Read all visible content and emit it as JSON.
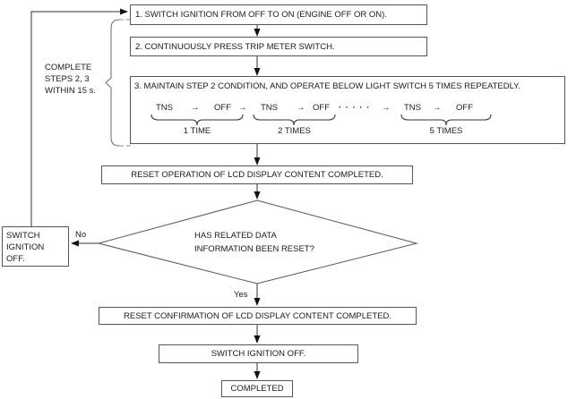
{
  "steps": {
    "step1": "1. SWITCH IGNITION FROM OFF TO ON (ENGINE OFF OR ON).",
    "step2": "2. CONTINUOUSLY PRESS TRIP METER SWITCH.",
    "step3_title": "3. MAINTAIN STEP 2 CONDITION, AND OPERATE BELOW LIGHT SWITCH 5 TIMES REPEATEDLY."
  },
  "sequence": {
    "tns1": "TNS",
    "arr1": "→",
    "off1": "OFF",
    "sep1": "→",
    "tns2": "TNS",
    "arr2": "→",
    "off2": "OFF",
    "dots": "· · · · ·",
    "sep2": "→",
    "tns3": "TNS",
    "arr3": "→",
    "off3": "OFF",
    "label1": "1 TIME",
    "label2": "2 TIMES",
    "label3": "5 TIMES"
  },
  "note": {
    "line1": "COMPLETE",
    "line2": "STEPS 2, 3",
    "line3": "WITHIN 15 s."
  },
  "boxes": {
    "reset_operation": "RESET OPERATION OF LCD DISPLAY CONTENT COMPLETED.",
    "reset_confirmation": "RESET CONFIRMATION OF LCD DISPLAY CONTENT COMPLETED.",
    "switch_ignition_off_end": "SWITCH IGNITION OFF.",
    "completed": "COMPLETED"
  },
  "loop_box": {
    "line1": "SWITCH",
    "line2": "IGNITION",
    "line3": "OFF."
  },
  "decision": {
    "line1": "HAS RELATED DATA",
    "line2": "INFORMATION BEEN RESET?",
    "no_label": "No",
    "yes_label": "Yes"
  },
  "colors": {
    "background": "#ffffff",
    "box_border": "#565656",
    "connector": "#333333",
    "dashed_brace": "#b3b3b3",
    "text": "#1a1a1a"
  }
}
